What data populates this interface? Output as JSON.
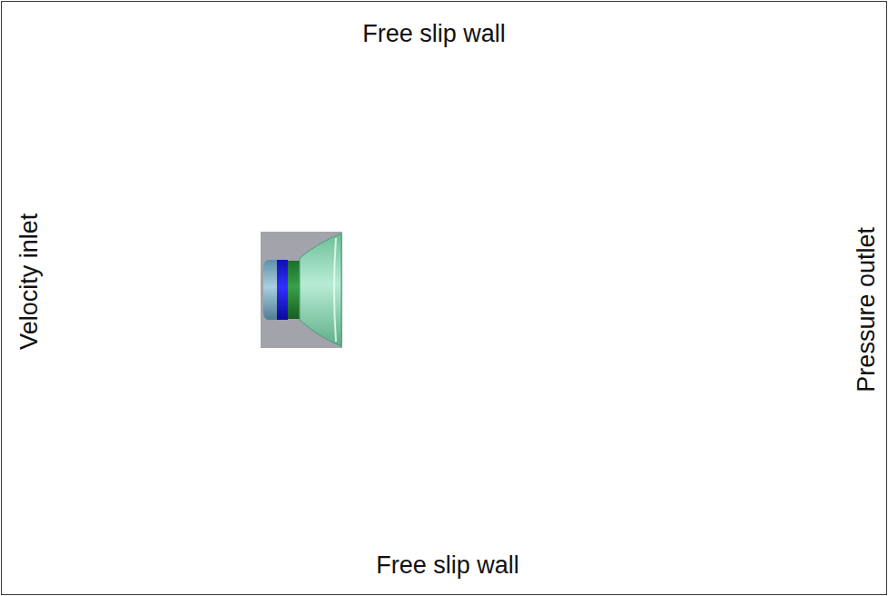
{
  "diagram": {
    "nodes": [
      {
        "text": [
          "Free slip wall",
          "Velocity inlet",
          "Pressure outlet",
          "Free slip wall"
        ]
      }
    ]
  }
}
